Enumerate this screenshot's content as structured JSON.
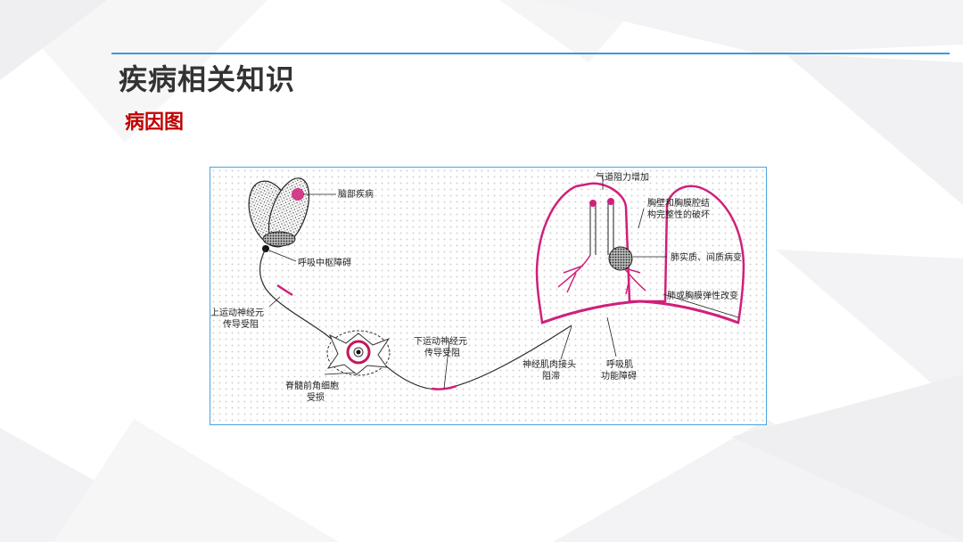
{
  "header": {
    "title": "疾病相关知识",
    "subtitle": "病因图"
  },
  "diagram": {
    "labels": {
      "brain_disease": "脑部疾病",
      "resp_center": "呼吸中枢障碍",
      "upper_motor_1": "上运动神经元",
      "upper_motor_2": "传导受阻",
      "spinal_1": "脊髓前角细胞",
      "spinal_2": "受损",
      "lower_motor_1": "下运动神经元",
      "lower_motor_2": "传导受阻",
      "airway": "气道阻力增加",
      "chest_wall_1": "胸壁和胸膜腔结",
      "chest_wall_2": "构完整性的破坏",
      "lung_paren": "肺实质、间质病变",
      "lung_elastic": "肺或胸膜弹性改变",
      "nmj_1": "神经肌肉接头",
      "nmj_2": "阻滞",
      "resp_muscle_1": "呼吸肌",
      "resp_muscle_2": "功能障碍"
    },
    "colors": {
      "lesion": "#d0207a",
      "line": "#2a2a2a",
      "frame": "#4aa3df"
    }
  }
}
